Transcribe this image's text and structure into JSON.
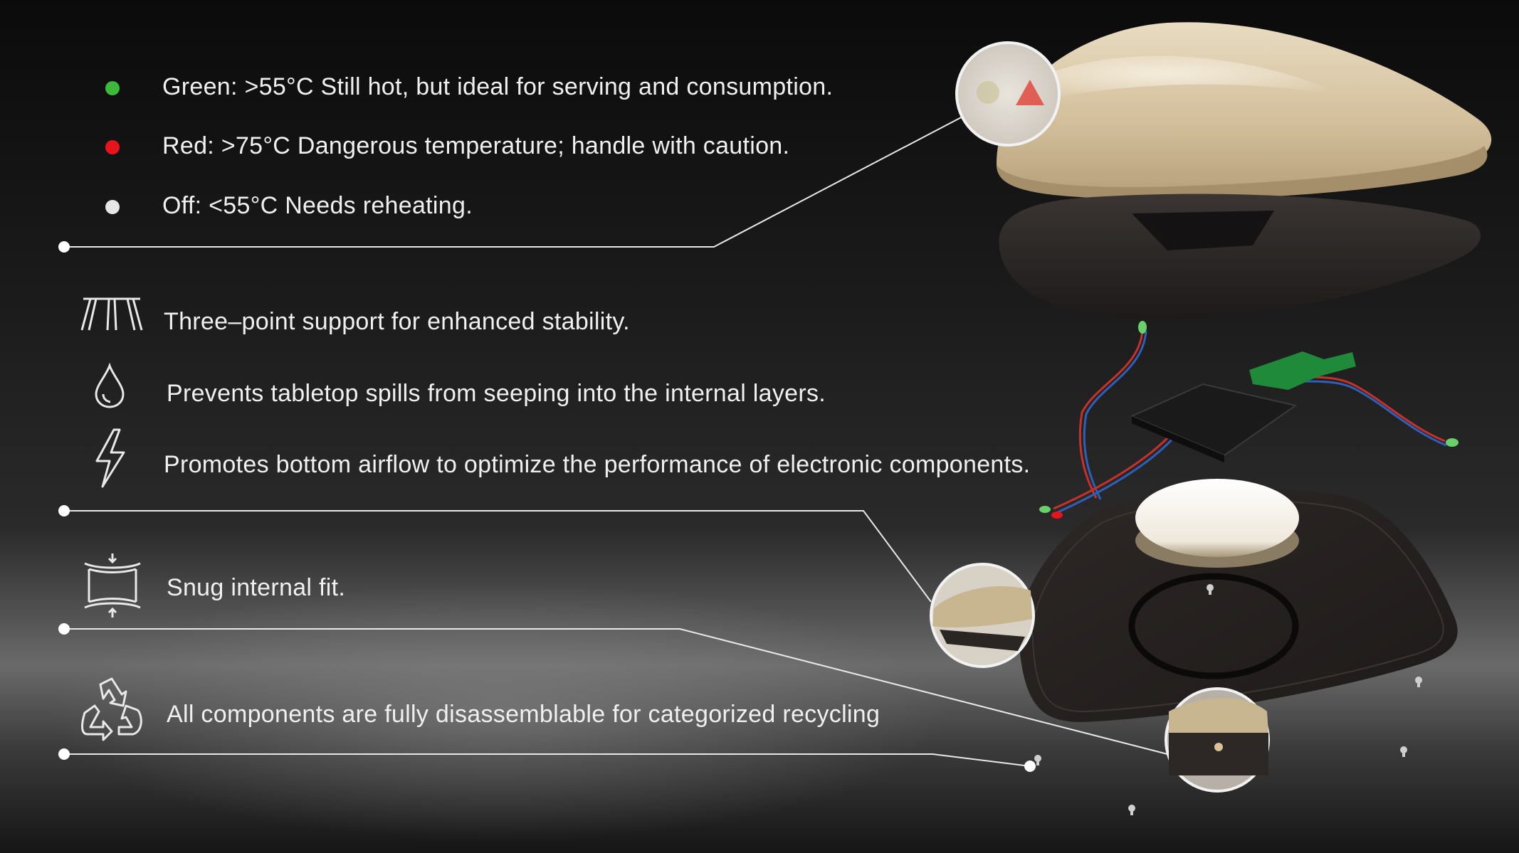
{
  "legend": [
    {
      "id": "green",
      "color": "#3cb83c",
      "text": "Green: >55°C Still hot, but ideal for serving and consumption."
    },
    {
      "id": "red",
      "color": "#e8141c",
      "text": "Red: >75°C Dangerous temperature; handle with caution."
    },
    {
      "id": "off",
      "color": "#e6e6e6",
      "text": "Off: <55°C Needs reheating."
    }
  ],
  "features": [
    {
      "icon": "tripod-icon",
      "text": "Three–point support for enhanced stability."
    },
    {
      "icon": "water-drop-icon",
      "text": "Prevents tabletop spills from seeping into the internal layers."
    },
    {
      "icon": "lightning-icon",
      "text": "Promotes bottom airflow to optimize the performance of electronic components."
    },
    {
      "icon": "snug-fit-icon",
      "text": "Snug internal fit."
    },
    {
      "icon": "recycle-icon",
      "text": "All components are fully disassemblable for categorized recycling"
    }
  ],
  "colors": {
    "cream": "#d9c6a5",
    "dark_shell": "#2a2523",
    "pcb_green": "#1f8a3a",
    "wire_red": "#c8302a",
    "wire_blue": "#2f5fb8",
    "line": "#e8e8e8"
  }
}
